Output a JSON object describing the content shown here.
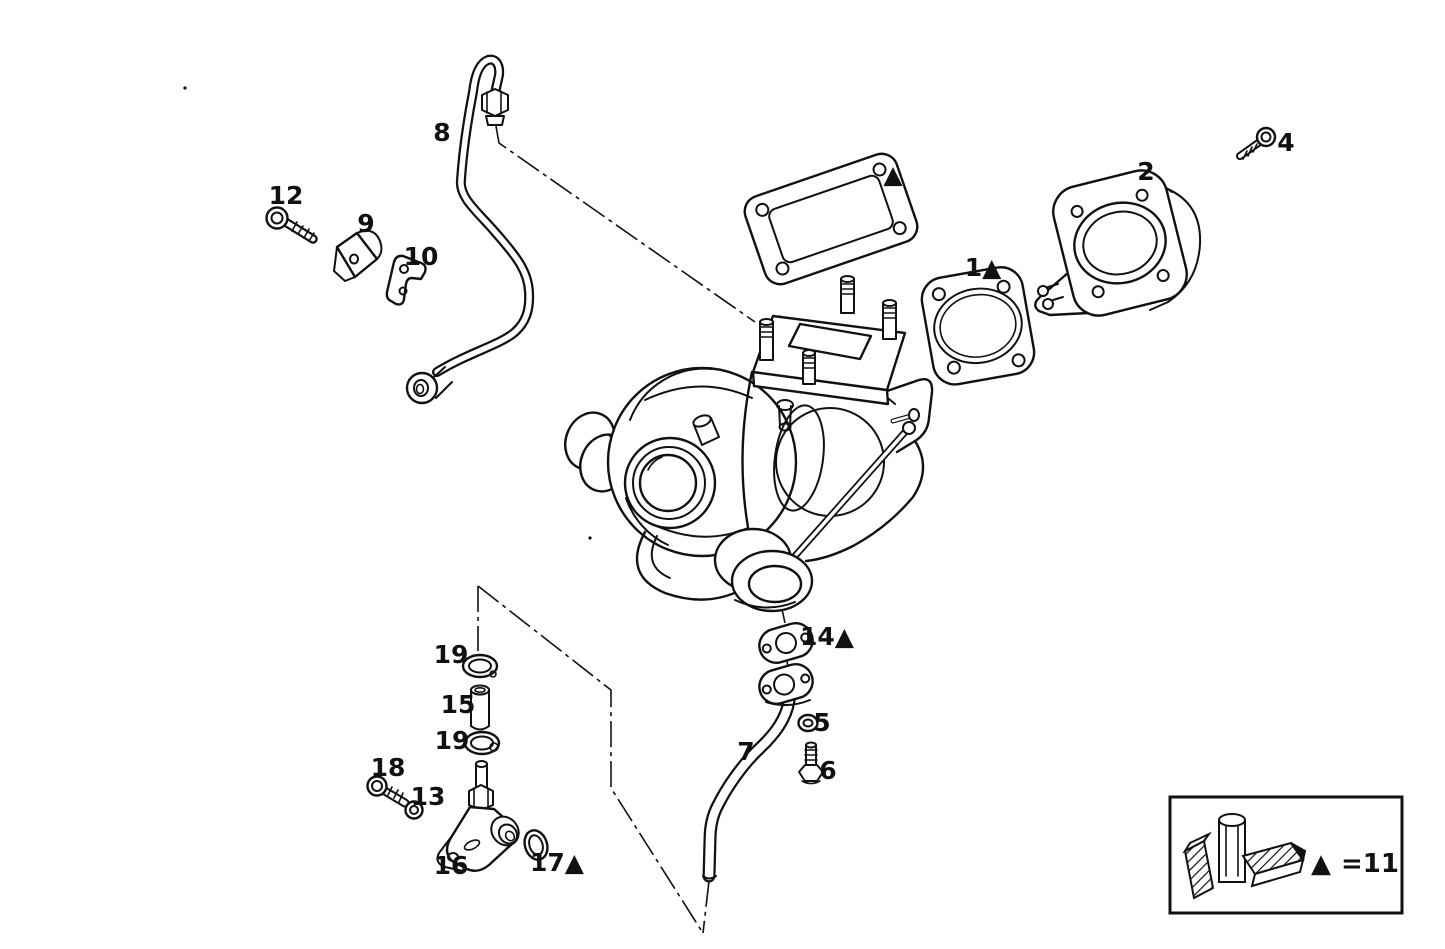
{
  "page": {
    "background_color": "#ffffff",
    "line_color": "#111111"
  },
  "part_labels": [
    {
      "id": "pipe-8",
      "text": "8"
    },
    {
      "id": "bolt-12",
      "text": "12"
    },
    {
      "id": "clamp-9",
      "text": "9"
    },
    {
      "id": "bracket-10",
      "text": "10"
    },
    {
      "id": "gasket-marker",
      "text": "▲"
    },
    {
      "id": "elbow-2",
      "text": "2"
    },
    {
      "id": "bolt-4",
      "text": "4"
    },
    {
      "id": "gasket-1",
      "text": "1▲"
    },
    {
      "id": "gasket-14",
      "text": "14▲"
    },
    {
      "id": "ring-19-upper",
      "text": "19"
    },
    {
      "id": "sleeve-15",
      "text": "15"
    },
    {
      "id": "ring-19-lower",
      "text": "19"
    },
    {
      "id": "bolt-18",
      "text": "18"
    },
    {
      "id": "nut-13",
      "text": "13"
    },
    {
      "id": "fitting-16",
      "text": "16"
    },
    {
      "id": "oring-17",
      "text": "17▲"
    },
    {
      "id": "washer-5",
      "text": "5"
    },
    {
      "id": "bolt-6",
      "text": "6"
    },
    {
      "id": "pipe-7",
      "text": "7"
    }
  ],
  "legend": {
    "symbol": "▲",
    "equals_text": "=11"
  }
}
